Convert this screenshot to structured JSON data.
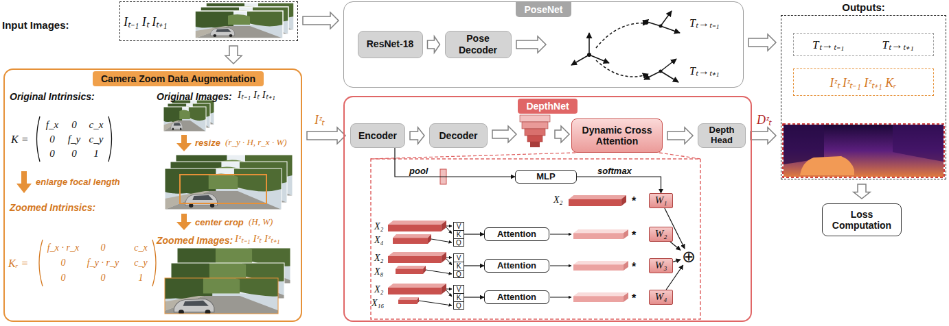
{
  "diagram": {
    "nodes": [
      {
        "text": [
          "Input Images:",
          "Iₜ₋₁ Iₜ Iₜ₊₁"
        ]
      },
      {
        "text": [
          "PoseNet"
        ]
      },
      {
        "text": [
          "ResNet-18"
        ],
        "in": 1
      },
      {
        "text": [
          "Pose Decoder"
        ],
        "in": 1
      },
      {
        "text": [
          "Outputs:"
        ]
      },
      {
        "text": [
          "Tₜ→ₜ₋₁",
          "Tₜ→ₜ₊₁"
        ],
        "in": 4
      },
      {
        "text": [
          "Iᶻₜ Iᶻₜ₋₁ Iᶻₜ₊₁ Kᵣ"
        ],
        "in": 4
      },
      {
        "text": [
          "Loss Computation"
        ]
      },
      {
        "text": [
          "Camera Zoom Data Augmentation"
        ]
      },
      {
        "text": [
          "DepthNet"
        ]
      },
      {
        "text": [
          "Encoder"
        ],
        "in": 9
      },
      {
        "text": [
          "Decoder"
        ],
        "in": 9
      },
      {
        "text": [
          "Dynamic Cross Attention"
        ],
        "in": 9
      },
      {
        "text": [
          "Depth Head"
        ],
        "in": 9
      },
      {
        "text": [
          "MLP"
        ],
        "in": 9
      },
      {
        "text": [
          "W₁"
        ],
        "in": 9
      },
      {
        "text": [
          "V",
          "K",
          "Q"
        ],
        "in": 9
      },
      {
        "text": [
          "Attention"
        ],
        "in": 9
      },
      {
        "text": [
          "W₂"
        ],
        "in": 9
      },
      {
        "text": [
          "V",
          "K",
          "Q"
        ],
        "in": 9
      },
      {
        "text": [
          "Attention"
        ],
        "in": 9
      },
      {
        "text": [
          "W₃"
        ],
        "in": 9
      },
      {
        "text": [
          "V",
          "K",
          "Q"
        ],
        "in": 9
      },
      {
        "text": [
          "Attention"
        ],
        "in": 9
      },
      {
        "text": [
          "W₄"
        ],
        "in": 9
      },
      {
        "text": [
          "⊕"
        ],
        "in": 9
      }
    ],
    "edges": [
      {
        "from": 0,
        "to": 1,
        "arrow": "to"
      },
      {
        "from": 0,
        "to": 8,
        "arrow": "to"
      },
      {
        "from": 2,
        "to": 3,
        "arrow": "to"
      },
      {
        "from": 1,
        "to": 4,
        "arrow": "to"
      },
      {
        "from": 8,
        "to": 10,
        "label": "Iᶻₜ",
        "arrow": "to"
      },
      {
        "from": 10,
        "to": 11,
        "arrow": "to"
      },
      {
        "from": 12,
        "to": 13,
        "arrow": "to"
      },
      {
        "from": 13,
        "to": 4,
        "label": "Dᶻₜ",
        "arrow": "to"
      },
      {
        "from": 4,
        "to": 7,
        "arrow": "to"
      },
      {
        "from": 10,
        "to": 14,
        "label": "pool",
        "arrow": "to"
      },
      {
        "from": 14,
        "to": 15,
        "label": "softmax",
        "arrow": "to"
      },
      {
        "from": 16,
        "to": 17,
        "arrow": "to"
      },
      {
        "from": 19,
        "to": 20,
        "arrow": "to"
      },
      {
        "from": 22,
        "to": 23,
        "arrow": "to"
      },
      {
        "from": 15,
        "to": 25,
        "arrow": "to"
      },
      {
        "from": 18,
        "to": 25,
        "arrow": "to"
      },
      {
        "from": 21,
        "to": 25,
        "arrow": "to"
      },
      {
        "from": 24,
        "to": 25,
        "arrow": "to"
      }
    ],
    "labels": [
      "Original Intrinsics:",
      "K =",
      "f_x",
      "0",
      "c_x",
      "0",
      "f_y",
      "c_y",
      "0",
      "0",
      "1",
      "enlarge focal length",
      "Zoomed Intrinsics:",
      "Kᵣ =",
      "f_x · r_x",
      "0",
      "c_x",
      "0",
      "f_y · r_y",
      "c_y",
      "0",
      "0",
      "1",
      "Original Images:",
      "Iₜ₋₁ Iₜ Iₜ₊₁",
      "resize",
      "(r_y · H, r_x · W)",
      "center crop",
      "(H, W)",
      "Zoomed Images:",
      "Iᶻₜ₋₁ Iᶻₜ Iᶻₜ₊₁",
      "Tₜ→ₜ₋₁",
      "Tₜ→ₜ₊₁",
      "X₂",
      "*",
      "X₂",
      "X₄",
      "X₂",
      "X₈",
      "X₂",
      "X₁₆",
      "*",
      "*",
      "*"
    ]
  }
}
